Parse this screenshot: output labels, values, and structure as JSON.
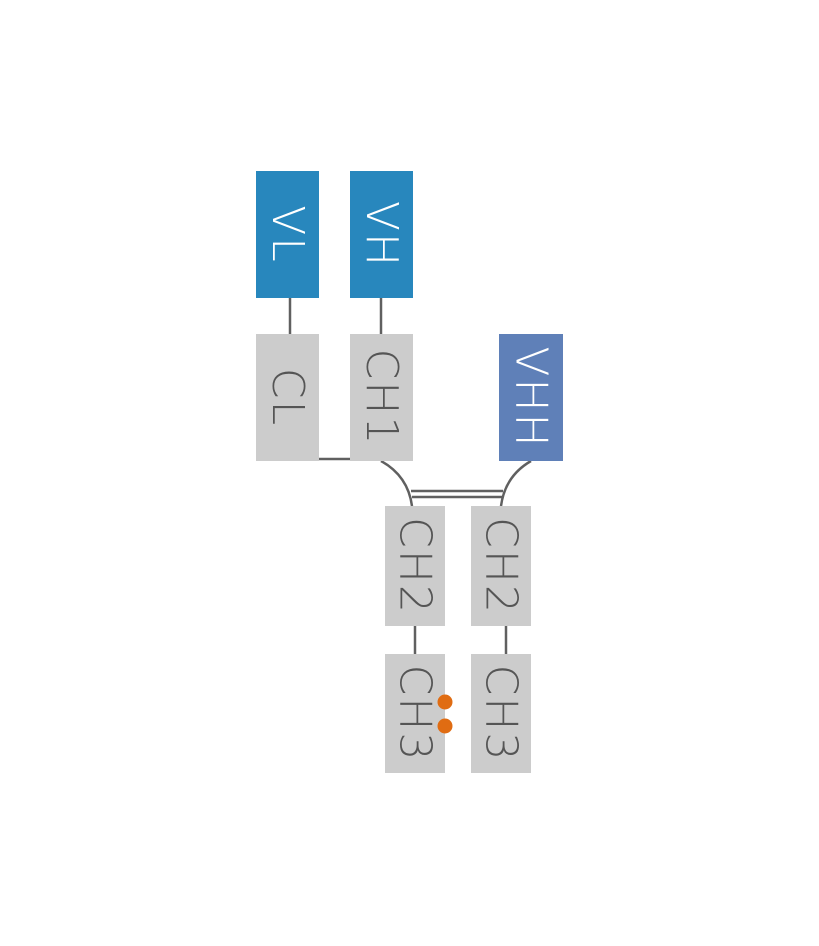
{
  "colors": {
    "variable": "#2887bd",
    "vhh": "#5f80b8",
    "constant": "#cccccc",
    "line": "#606060",
    "text_dark": "#555555",
    "text_light": "#ffffff",
    "glycan": "#e06c12"
  },
  "domains": [
    {
      "id": "vl",
      "label": "VL",
      "kind": "variable"
    },
    {
      "id": "vh",
      "label": "VH",
      "kind": "variable"
    },
    {
      "id": "cl",
      "label": "CL",
      "kind": "constant"
    },
    {
      "id": "ch1",
      "label": "CH1",
      "kind": "constant"
    },
    {
      "id": "vhh",
      "label": "VHH",
      "kind": "vhh"
    },
    {
      "id": "ch2-left",
      "label": "CH2",
      "kind": "constant"
    },
    {
      "id": "ch2-right",
      "label": "CH2",
      "kind": "constant"
    },
    {
      "id": "ch3-left",
      "label": "CH3",
      "kind": "constant"
    },
    {
      "id": "ch3-right",
      "label": "CH3",
      "kind": "constant"
    }
  ],
  "modifications": [
    {
      "id": "knob-marker-1",
      "on": "ch3-left"
    },
    {
      "id": "knob-marker-2",
      "on": "ch3-left"
    }
  ]
}
